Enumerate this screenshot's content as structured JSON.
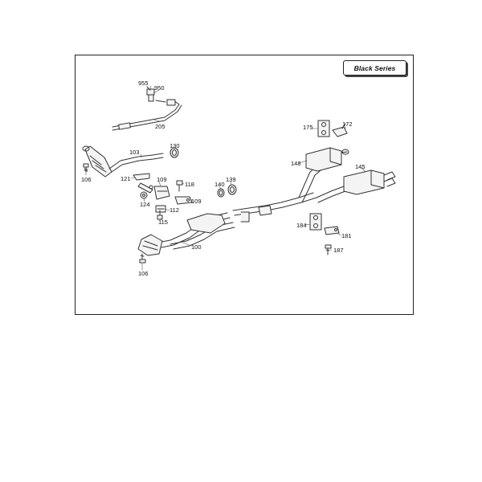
{
  "header": {
    "series_label": "Black Series"
  },
  "callouts": {
    "c955": "955",
    "c950": "950",
    "c205": "205",
    "c103": "103",
    "c130": "130",
    "c106a": "106",
    "c121": "121",
    "c109a": "109",
    "c118": "118",
    "c109b": "109",
    "c124": "124",
    "c112": "112",
    "c115": "115",
    "c140": "140",
    "c139": "139",
    "c100": "100",
    "c106b": "106",
    "c148": "148",
    "c175": "175",
    "c172": "172",
    "c145": "145",
    "c184": "184",
    "c181": "181",
    "c187": "187"
  },
  "colors": {
    "line": "#333333",
    "fill": "#f4f4f4",
    "frame": "#222222"
  }
}
